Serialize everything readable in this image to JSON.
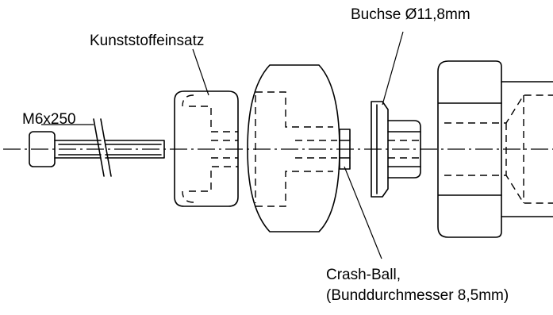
{
  "labels": {
    "bushing": "Buchse Ø11,8mm",
    "insert": "Kunststoffeinsatz",
    "screw": "M6x250",
    "crash_ball_line1": "Crash-Ball,",
    "crash_ball_line2": "(Bunddurchmesser 8,5mm)"
  }
}
